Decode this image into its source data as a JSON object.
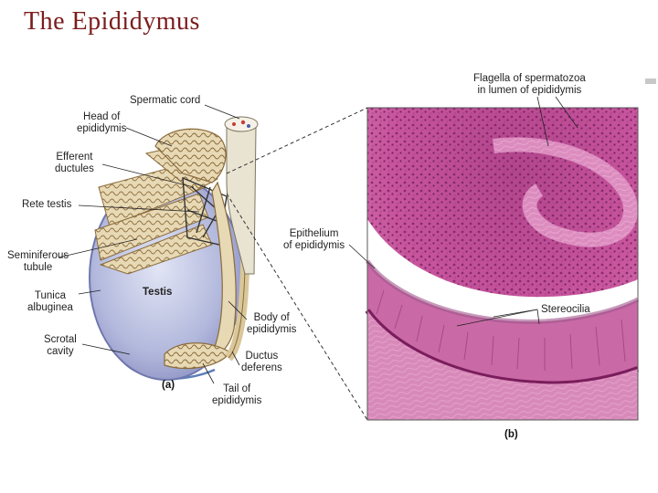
{
  "title": "The Epididymus",
  "diagram_a": {
    "panel_label": "(a)",
    "labels": {
      "spermatic_cord": "Spermatic cord",
      "head_line1": "Head of",
      "head_line2": "epididymis",
      "efferent_line1": "Efferent",
      "efferent_line2": "ductules",
      "rete_testis": "Rete testis",
      "seminiferous_line1": "Seminiferous",
      "seminiferous_line2": "tubule",
      "tunica_line1": "Tunica",
      "tunica_line2": "albuginea",
      "testis": "Testis",
      "scrotal_line1": "Scrotal",
      "scrotal_line2": "cavity",
      "body_line1": "Body of",
      "body_line2": "epididymis",
      "ductus_line1": "Ductus",
      "ductus_line2": "deferens",
      "tail_line1": "Tail of",
      "tail_line2": "epididymis"
    }
  },
  "micrograph_b": {
    "panel_label": "(b)",
    "labels": {
      "flagella_line1": "Flagella of spermatozoa",
      "flagella_line2": "in lumen of epididymis",
      "epithelium_line1": "Epithelium",
      "epithelium_line2": "of epididymis",
      "stereocilia": "Stereocilia"
    }
  },
  "colors": {
    "title": "#7b1c1c",
    "testis": "#b9bfe0",
    "epididymis": "#e8d9b5",
    "tissue": "#c9509a",
    "lumen": "#ffffff"
  }
}
